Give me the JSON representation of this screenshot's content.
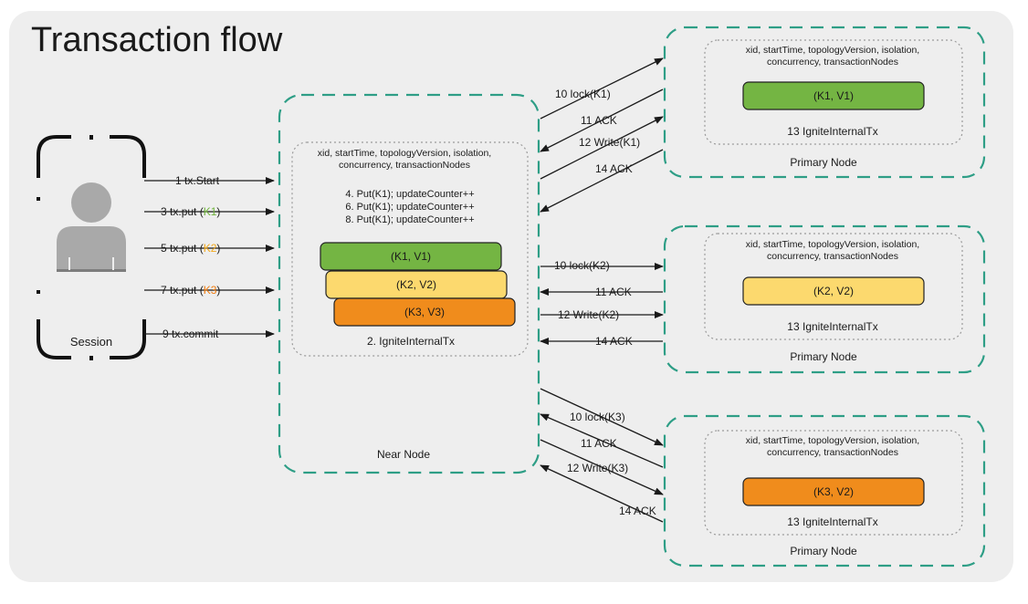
{
  "title": "Transaction flow",
  "colors": {
    "panel": "#eeeeee",
    "dash": "#2e9e86",
    "green": "#74b543",
    "yellow": "#fcd96e",
    "orange": "#f08c1c",
    "k1_text": "#6fb23b",
    "k2_text": "#f2a81a",
    "k3_text": "#f07c10"
  },
  "session": {
    "label": "Session",
    "icon": "user-avatar-icon"
  },
  "session_calls": [
    {
      "num": "1",
      "text": "tx.Start",
      "key": ""
    },
    {
      "num": "3",
      "text": "tx.put (",
      "key": "K1",
      "close": ")"
    },
    {
      "num": "5",
      "text": "tx.put (",
      "key": "K2",
      "close": ")"
    },
    {
      "num": "7",
      "text": "tx.put (",
      "key": "K3",
      "close": ")"
    },
    {
      "num": "9",
      "text": "tx.commit",
      "key": ""
    }
  ],
  "near_node": {
    "label": "Near Node",
    "fields": [
      "xid, startTime, topologyVersion, isolation,",
      "concurrency, transactionNodes"
    ],
    "puts": [
      "4. Put(K1); updateCounter++",
      "6. Put(K1); updateCounter++",
      "8. Put(K1); updateCounter++"
    ],
    "entries": [
      "(K1, V1)",
      "(K2, V2)",
      "(K3, V3)"
    ],
    "tx_label": "2. IgniteInternalTx"
  },
  "primary_nodes": [
    {
      "label": "Primary Node",
      "fields": [
        "xid, startTime, topologyVersion, isolation,",
        "concurrency, transactionNodes"
      ],
      "entry": "(K1, V1)",
      "tx_label": "13 IgniteInternalTx"
    },
    {
      "label": "Primary Node",
      "fields": [
        "xid, startTime, topologyVersion, isolation,",
        "concurrency, transactionNodes"
      ],
      "entry": "(K2, V2)",
      "tx_label": "13 IgniteInternalTx"
    },
    {
      "label": "Primary Node",
      "fields": [
        "xid, startTime, topologyVersion, isolation,",
        "concurrency, transactionNodes"
      ],
      "entry": "(K3, V2)",
      "tx_label": "13 IgniteInternalTx"
    }
  ],
  "messages": {
    "p1": [
      "10 lock(K1)",
      "11 ACK",
      "12 Write(K1)",
      "14 ACK"
    ],
    "p2": [
      "10 lock(K2)",
      "11 ACK",
      "12 Write(K2)",
      "14 ACK"
    ],
    "p3": [
      "10 lock(K3)",
      "11 ACK",
      "12 Write(K3)",
      "14 ACK"
    ]
  }
}
